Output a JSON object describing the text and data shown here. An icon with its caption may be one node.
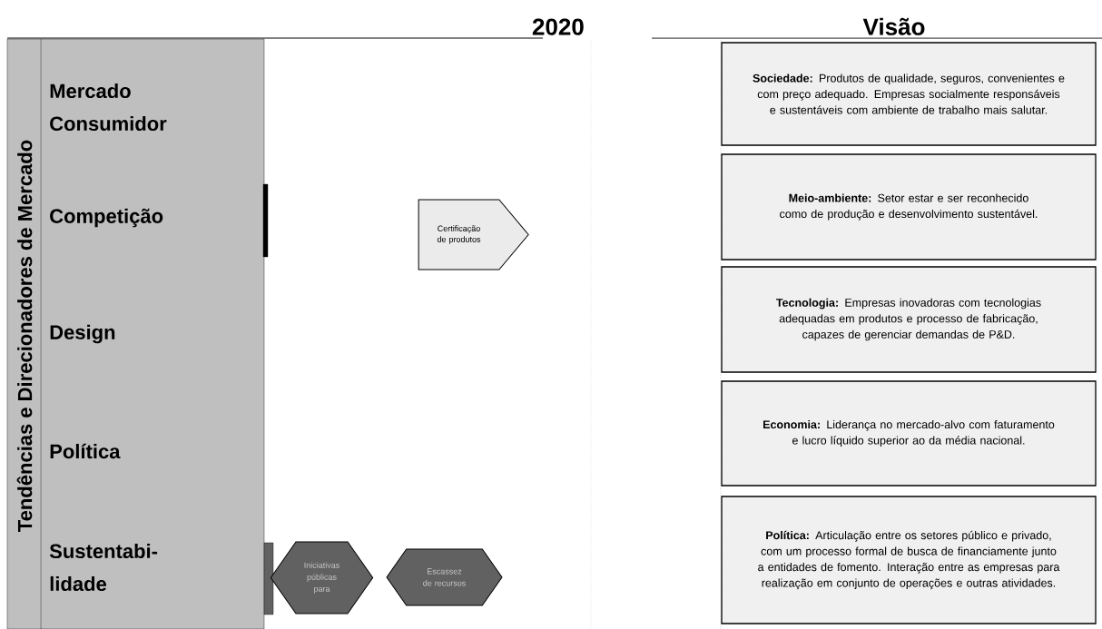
{
  "diagram": {
    "title": "2020",
    "nodes": [
      {
        "text": [
          "Tendências e Direcionadores de Mercado",
          "Mercado Consumidor",
          "Competição",
          "Design",
          "Política",
          "Sustentabi- lidade"
        ]
      },
      {
        "text": [],
        "shape": "bar"
      },
      {
        "text": [
          "Certificação de produtos"
        ]
      },
      {
        "text": [],
        "shape": "bar"
      },
      {
        "text": [
          "Iniciativas públicas para"
        ]
      },
      {
        "text": [
          "Escassez de recursos"
        ]
      },
      {
        "text": [
          "Visão"
        ]
      },
      {
        "text": [
          "**Sociedade:** Produtos de qualidade, seguros, convenientes e com preço adequado. Empresas socialmente responsáveis e sustentáveis com ambiente de trabalho mais salutar."
        ]
      },
      {
        "text": [
          "**Meio-ambiente:** Setor estar e ser reconhecido como de produção e desenvolvimento sustentável."
        ]
      },
      {
        "text": [
          "**Tecnologia:** Empresas inovadoras com tecnologias adequadas em produtos e processo de fabricação, capazes de gerenciar demandas de P&D."
        ]
      },
      {
        "text": [
          "**Economia:** Liderança no mercado-alvo com faturamento e lucro líquido superior ao da média nacional."
        ]
      },
      {
        "text": [
          "**Política:** Articulação entre os setores público e privado, com um processo formal de busca de financiamente junto a entidades de fomento. Interação entre as empresas para realização em conjunto de operações e outras atividades."
        ]
      }
    ]
  }
}
